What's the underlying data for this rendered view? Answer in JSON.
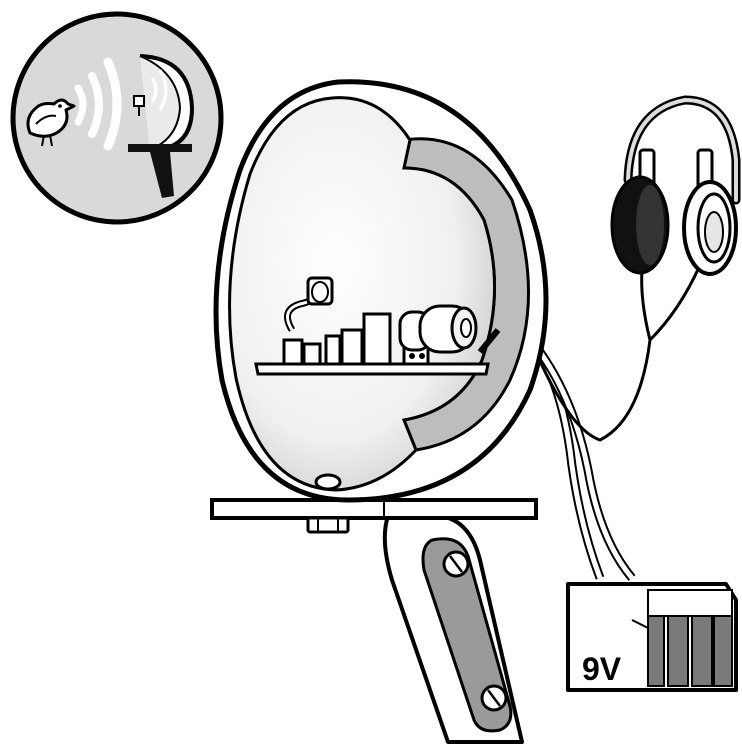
{
  "illustration": {
    "battery": {
      "label": "9V"
    },
    "parts": [
      "inset-bird-sound-icon",
      "parabolic-dish",
      "circuit-board",
      "microphone",
      "headphones",
      "battery-pack",
      "mounting-bracket",
      "pistol-grip-handle"
    ],
    "colors": {
      "outline": "#000000",
      "dish_inner_light": "#f4f4f4",
      "dish_rim_shadow": "#bdbdbd",
      "inset_background": "#d9d9d9",
      "earcup_dark": "#111111",
      "battery_stripes": "#7a7a7a"
    }
  }
}
